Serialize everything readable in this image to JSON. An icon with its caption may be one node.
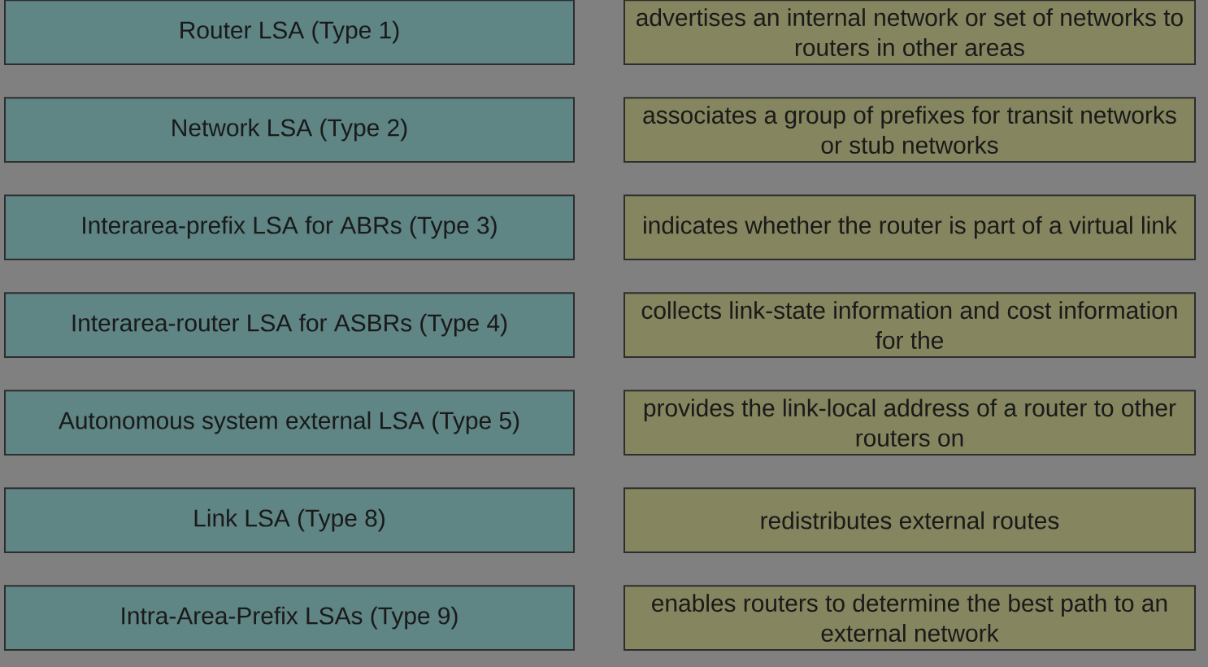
{
  "diagram": {
    "nodes": [
      {
        "text": [
          "Router LSA (Type 1)"
        ]
      },
      {
        "text": [
          "advertises an internal network or set of networks to routers in other areas"
        ]
      },
      {
        "text": [
          "Network LSA (Type 2)"
        ]
      },
      {
        "text": [
          "associates a group of prefixes for transit networks or stub networks"
        ]
      },
      {
        "text": [
          "Interarea-prefix LSA for ABRs (Type 3)"
        ]
      },
      {
        "text": [
          "indicates whether the router is part of a virtual link"
        ]
      },
      {
        "text": [
          "Interarea-router LSA for ASBRs (Type 4)"
        ]
      },
      {
        "text": [
          "collects link-state information and cost information for the"
        ]
      },
      {
        "text": [
          "Autonomous system external LSA (Type 5)"
        ]
      },
      {
        "text": [
          "provides the link-local address of a router to other routers on"
        ]
      },
      {
        "text": [
          "Link LSA (Type 8)"
        ]
      },
      {
        "text": [
          "redistributes external routes"
        ]
      },
      {
        "text": [
          "Intra-Area-Prefix LSAs (Type 9)"
        ]
      },
      {
        "text": [
          "enables routers to determine the best path to an external network"
        ]
      }
    ]
  }
}
